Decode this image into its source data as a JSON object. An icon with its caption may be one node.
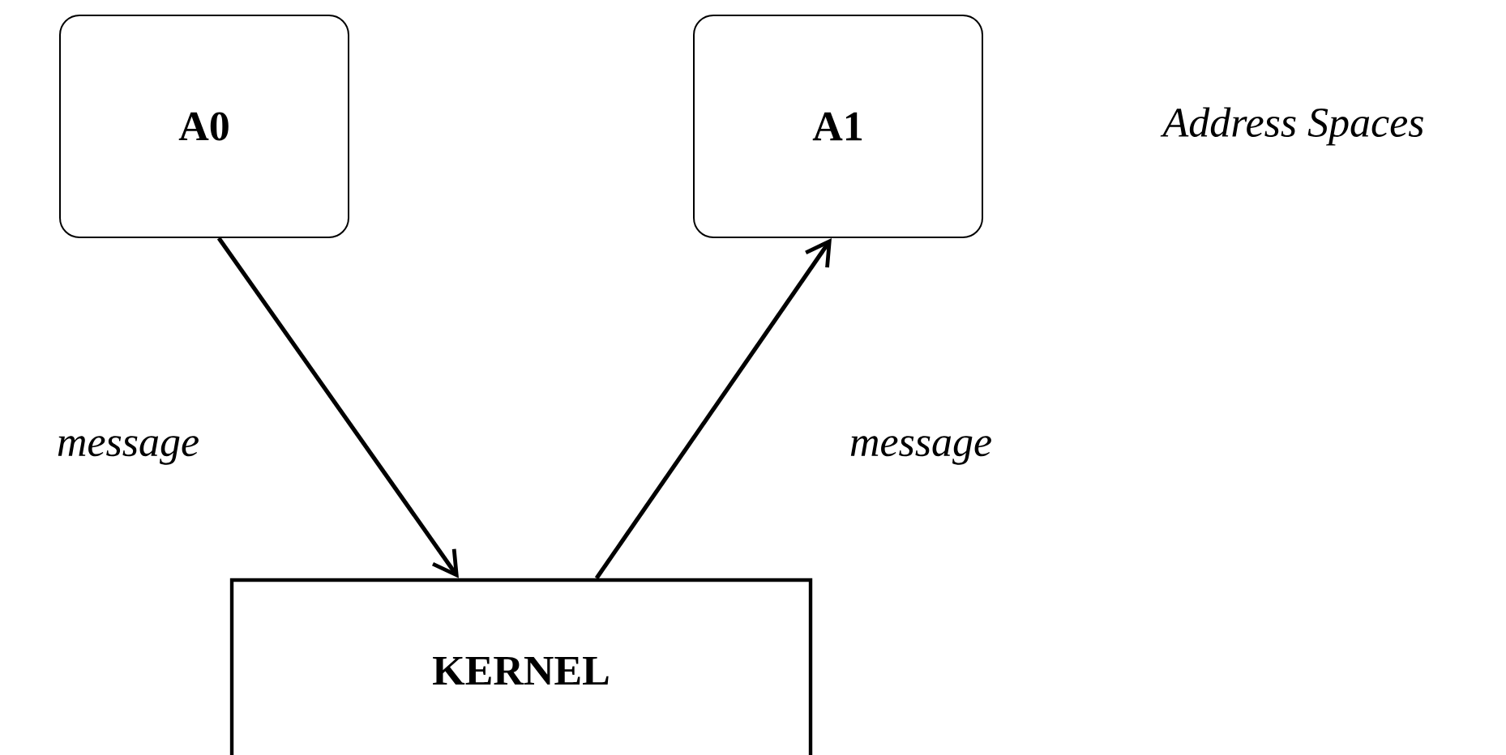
{
  "diagram": {
    "nodes": [
      {
        "text": [
          "A0"
        ]
      },
      {
        "text": [
          "A1"
        ]
      },
      {
        "text": [
          "KERNEL"
        ]
      }
    ],
    "edges": [
      {
        "from": 0,
        "to": 2,
        "arrow": "to",
        "label": "message"
      },
      {
        "from": 2,
        "to": 1,
        "arrow": "to",
        "label": "message"
      }
    ],
    "labels": [
      "Address Spaces"
    ]
  }
}
